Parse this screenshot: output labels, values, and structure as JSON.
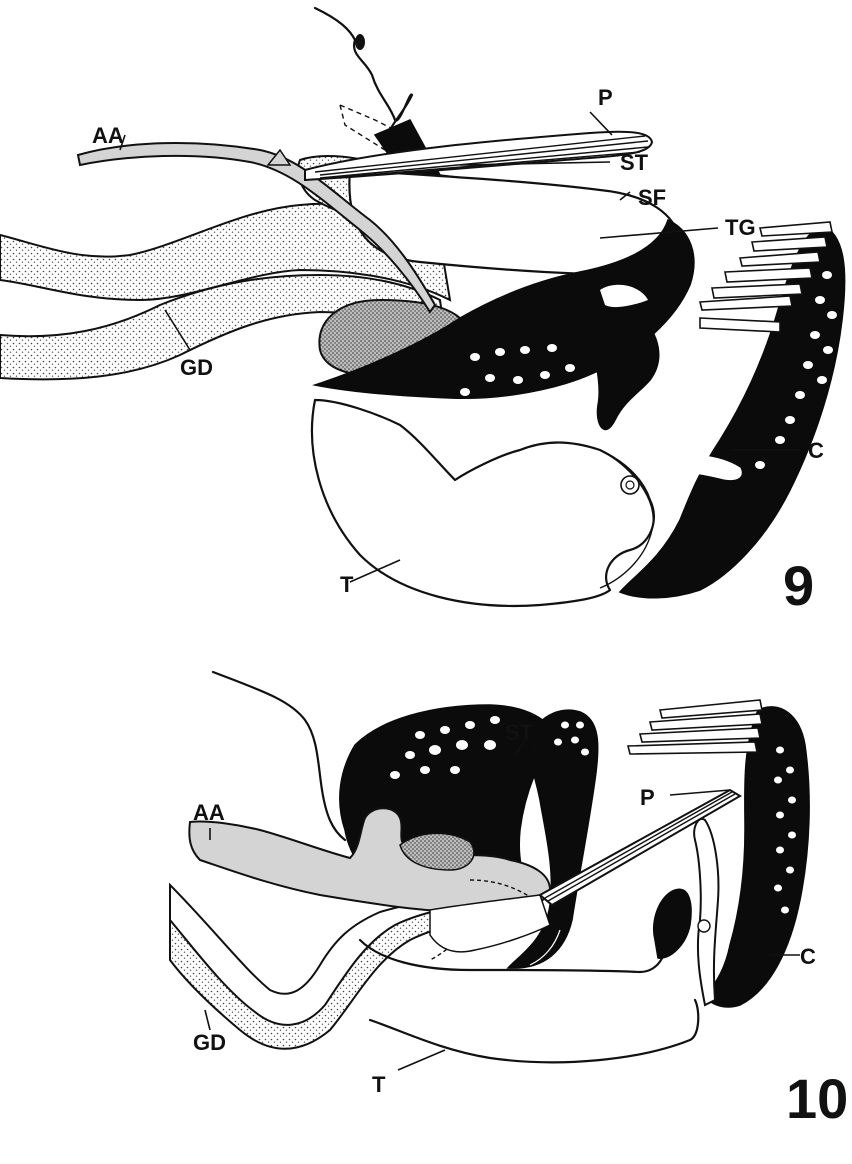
{
  "figures": [
    {
      "number": "9",
      "labels": {
        "aa": "AA",
        "p": "P",
        "st": "ST",
        "sf": "SF",
        "tg": "TG",
        "gd": "GD",
        "c": "C",
        "t": "T"
      }
    },
    {
      "number": "10",
      "labels": {
        "aa": "AA",
        "st": "ST",
        "p": "P",
        "gd": "GD",
        "c": "C",
        "t": "T"
      }
    }
  ],
  "colors": {
    "ink": "#0b0b0b",
    "stipple": "#9a9a9a",
    "grey_fill": "#d4d4d4",
    "paper": "#ffffff"
  }
}
